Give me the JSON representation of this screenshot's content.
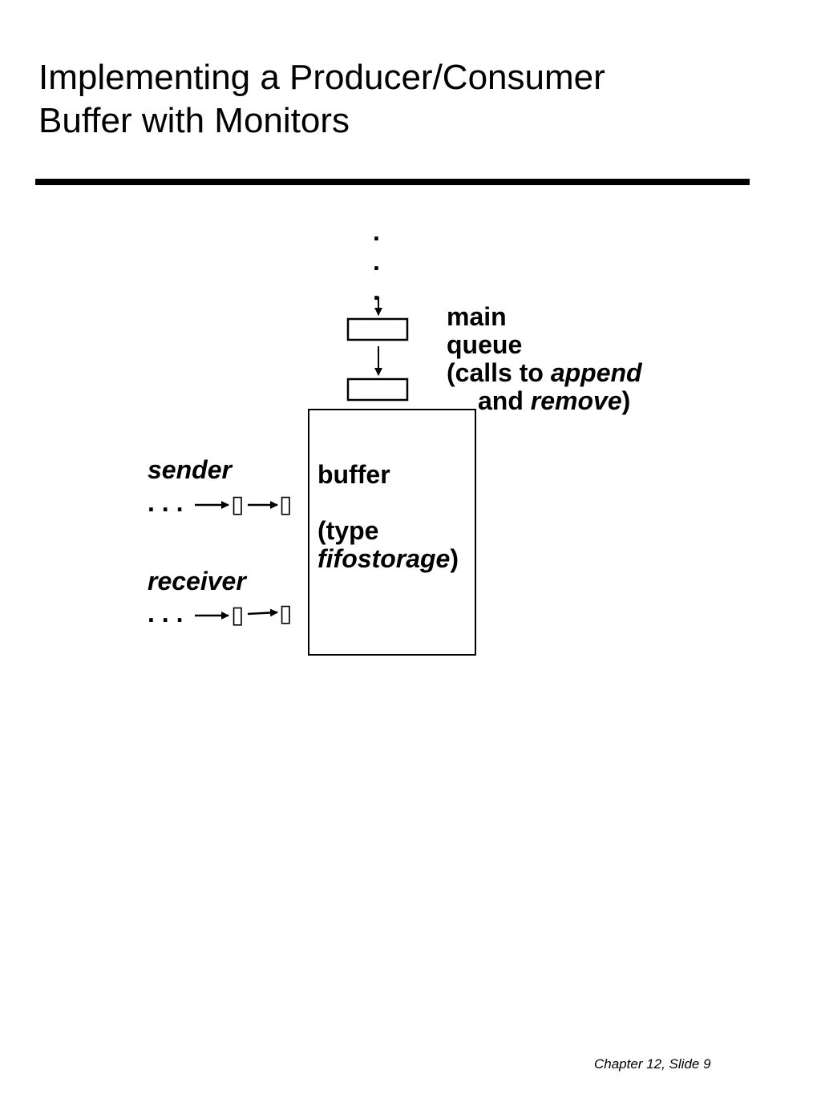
{
  "slide": {
    "title_lines": [
      "Implementing a Producer/Consumer",
      "Buffer with Monitors"
    ],
    "footer": "Chapter 12, Slide 9"
  },
  "diagram": {
    "queue_ellipsis": ".",
    "main_queue": {
      "line1": "main",
      "line2": "queue",
      "line3_prefix": "(calls to ",
      "line3_italic": "append",
      "line4_prefix": "and ",
      "line4_italic": "remove",
      "line4_suffix": ")"
    },
    "buffer": {
      "name": "buffer",
      "type_open": "(type",
      "type_italic": "fifostorage",
      "type_close": ")"
    },
    "sender": {
      "label": "sender",
      "ellipsis": ". . ."
    },
    "receiver": {
      "label": "receiver",
      "ellipsis": ". . ."
    },
    "missing_glyph": "▯"
  }
}
